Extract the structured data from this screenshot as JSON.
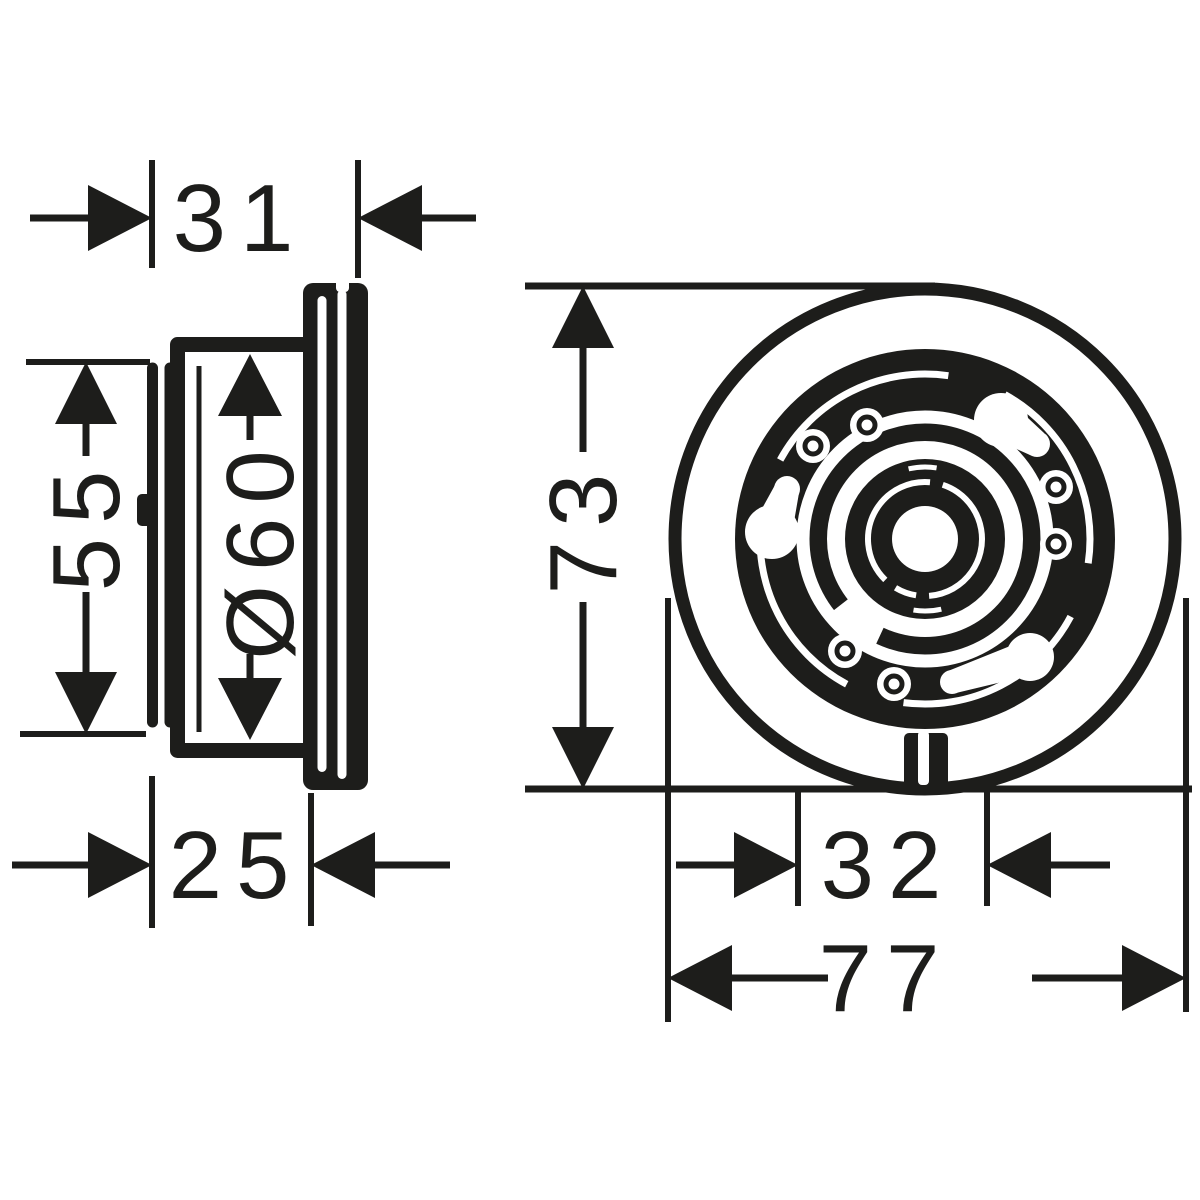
{
  "drawing": {
    "kind": "technical-dimension-drawing",
    "colors": {
      "ink": "#1d1d1b",
      "bg": "#ffffff"
    },
    "side_view": {
      "name": "side profile view",
      "dims": {
        "top_width": "31",
        "height": "55",
        "sleeve_diameter": "Ø60",
        "base_depth": "25"
      }
    },
    "front_view": {
      "name": "front view",
      "dims": {
        "height": "73",
        "inner_width": "32",
        "overall_width": "77"
      }
    }
  }
}
